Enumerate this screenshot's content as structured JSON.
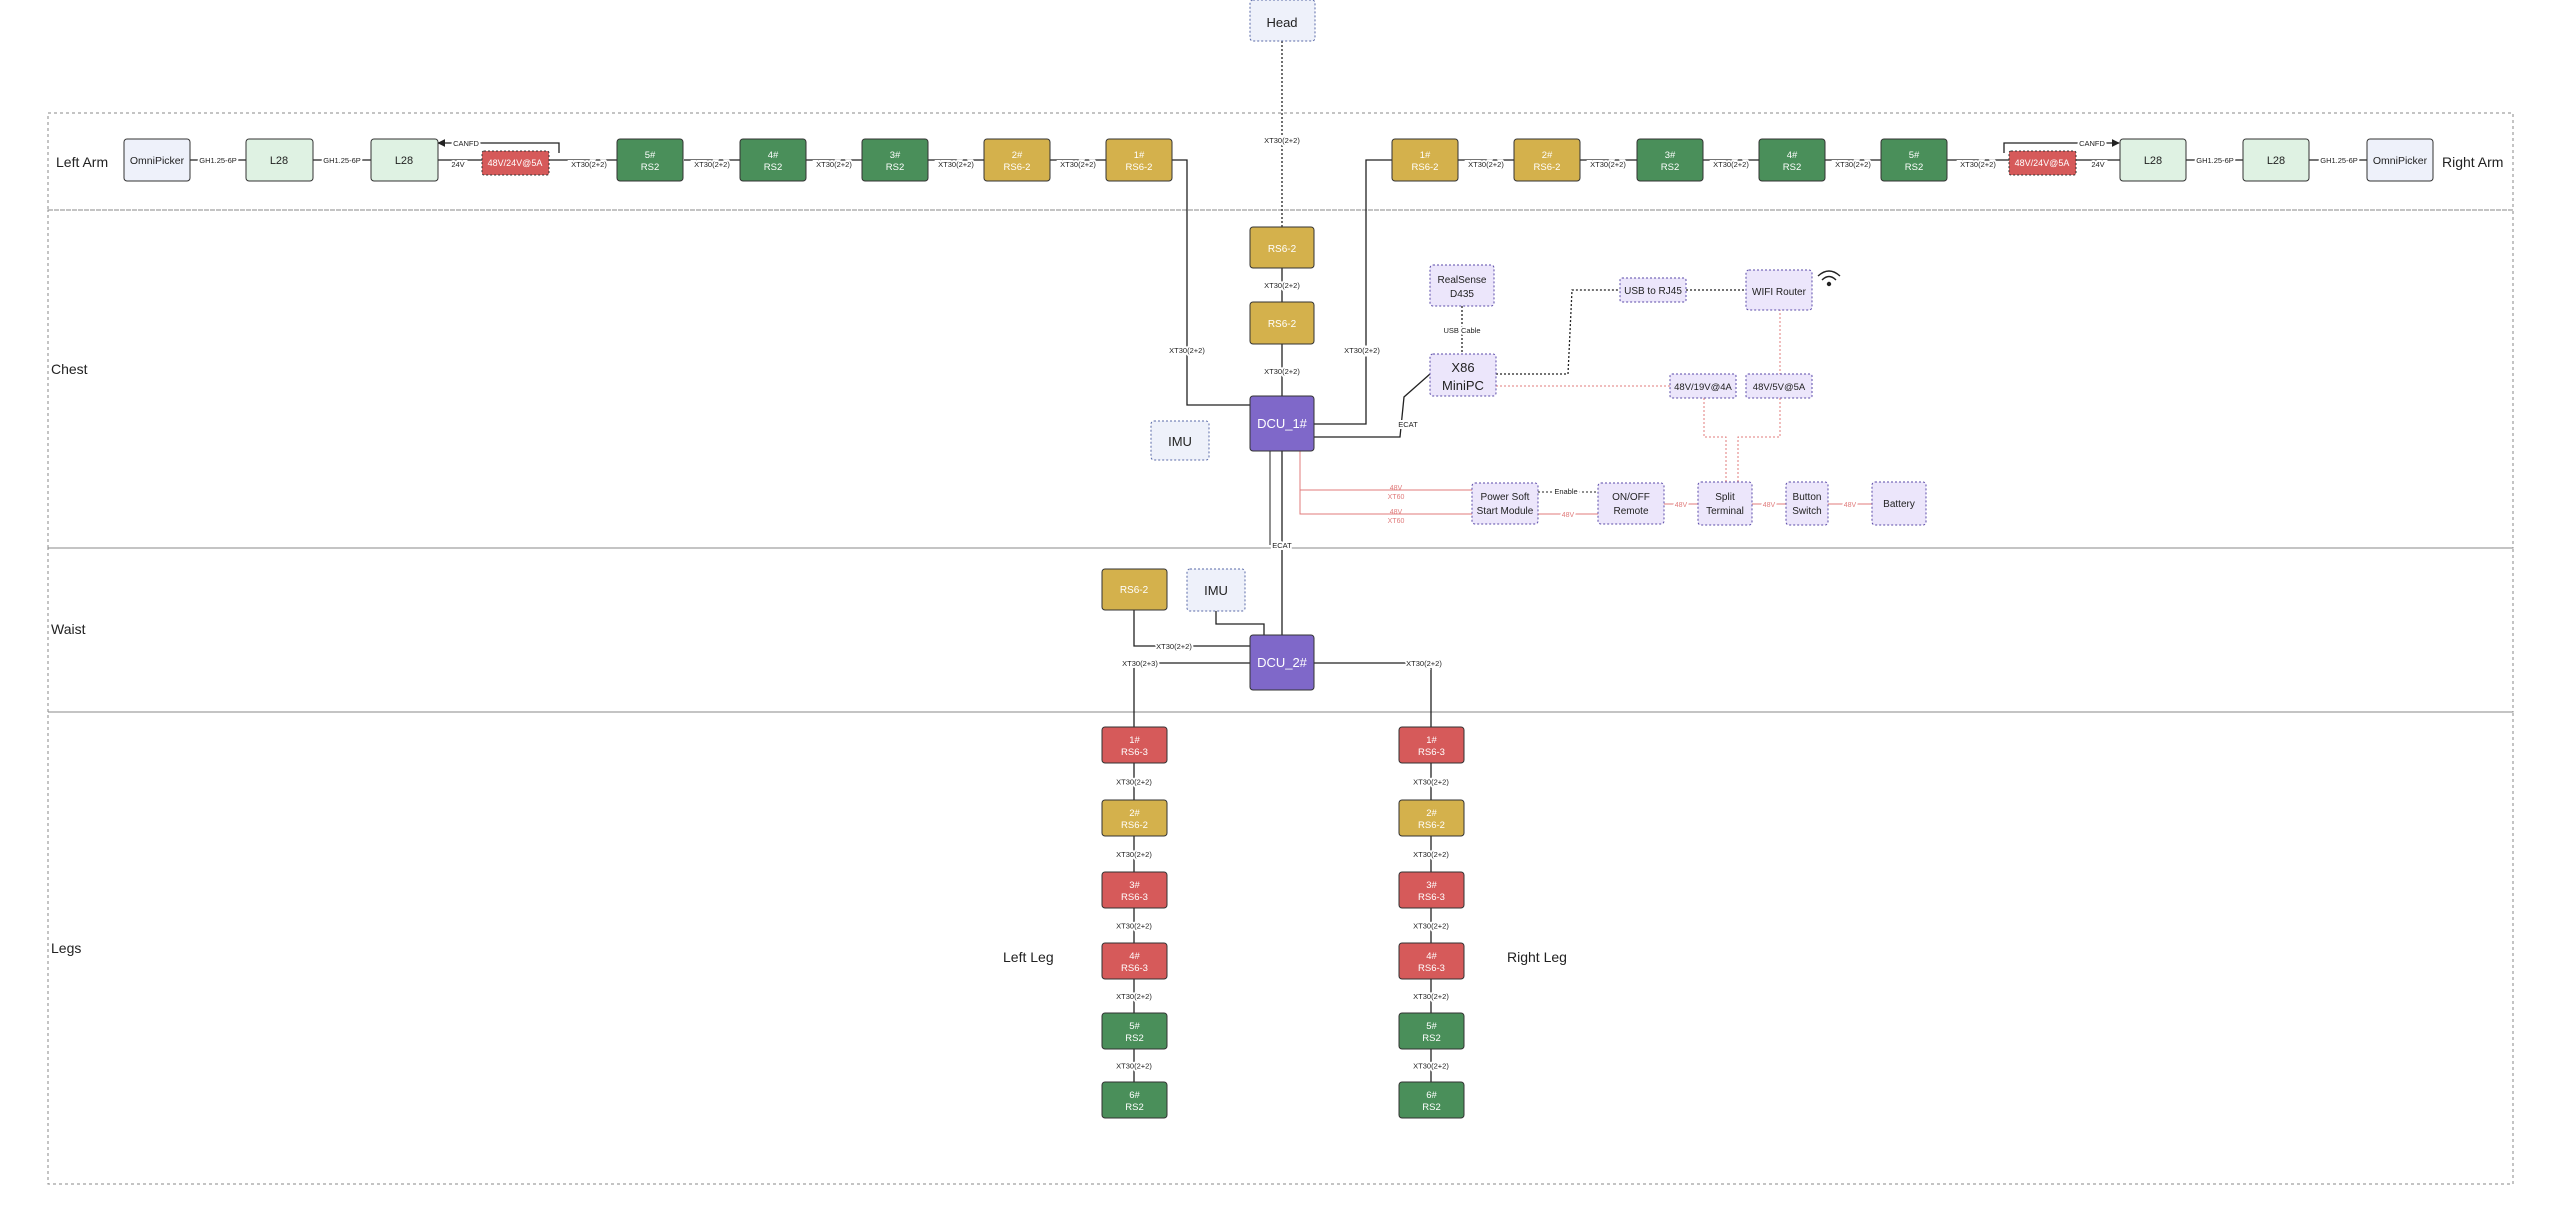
{
  "colors": {
    "green": "#4a8f5a",
    "gold": "#d4b14c",
    "red": "#d65a5a",
    "purple": "#7f68c9",
    "light_green": "#dff2e3",
    "light_blue": "#eef1fa",
    "light_purple": "#ece6fb",
    "line": "#222222",
    "power_line": "#e07b7b",
    "section_border": "#888888"
  },
  "sections": {
    "left_arm": "Left Arm",
    "right_arm": "Right Arm",
    "chest": "Chest",
    "waist": "Waist",
    "legs": "Legs"
  },
  "leg_titles": {
    "left": "Left Leg",
    "right": "Right Leg"
  },
  "head": {
    "label": "Head",
    "cable": "XT30(2+2)",
    "rs_top": "RS6-2",
    "rs_cable": "XT30(2+2)",
    "rs_bottom": "RS6-2",
    "dcu_cable": "XT30(2+2)"
  },
  "left_arm": {
    "omnipicker": "OmniPicker",
    "cable1": "GH1.25-6P",
    "l28_a": "L28",
    "cable2": "GH1.25-6P",
    "l28_b": "L28",
    "canfd": "CANFD",
    "v24": "24V",
    "psu": "48V/24V@5A",
    "cable3": "XT30(2+2)",
    "joints": [
      {
        "num": "5#",
        "model": "RS2",
        "color": "green"
      },
      {
        "num": "4#",
        "model": "RS2",
        "color": "green"
      },
      {
        "num": "3#",
        "model": "RS2",
        "color": "green"
      },
      {
        "num": "2#",
        "model": "RS6-2",
        "color": "gold"
      },
      {
        "num": "1#",
        "model": "RS6-2",
        "color": "gold"
      }
    ],
    "joint_cable": "XT30(2+2)",
    "to_dcu": "XT30(2+2)"
  },
  "right_arm": {
    "joints": [
      {
        "num": "1#",
        "model": "RS6-2",
        "color": "gold"
      },
      {
        "num": "2#",
        "model": "RS6-2",
        "color": "gold"
      },
      {
        "num": "3#",
        "model": "RS2",
        "color": "green"
      },
      {
        "num": "4#",
        "model": "RS2",
        "color": "green"
      },
      {
        "num": "5#",
        "model": "RS2",
        "color": "green"
      }
    ],
    "joint_cable": "XT30(2+2)",
    "cable3": "XT30(2+2)",
    "psu": "48V/24V@5A",
    "v24": "24V",
    "canfd": "CANFD",
    "l28_b": "L28",
    "cable2": "GH1.25-6P",
    "l28_a": "L28",
    "cable1": "GH1.25-6P",
    "omnipicker": "OmniPicker",
    "to_dcu": "XT30(2+2)"
  },
  "chest": {
    "dcu": "DCU_1#",
    "imu": "IMU",
    "ecat": "ECAT",
    "realsense_1": "RealSense",
    "realsense_2": "D435",
    "usb_cable": "USB Cable",
    "x86_1": "X86",
    "x86_2": "MiniPC",
    "usb_rj45": "USB to RJ45",
    "wifi_router": "WIFI Router",
    "psu_19v": "48V/19V@4A",
    "psu_5v": "48V/5V@5A",
    "power_soft_1": "Power Soft",
    "power_soft_2": "Start Module",
    "enable": "Enable",
    "onoff_1": "ON/OFF",
    "onoff_2": "Remote",
    "split_1": "Split",
    "split_2": "Terminal",
    "button_1": "Button",
    "button_2": "Switch",
    "battery": "Battery",
    "v48": "48V",
    "xt60": "XT60",
    "dcu2_ecat": "ECAT"
  },
  "waist": {
    "dcu": "DCU_2#",
    "imu": "IMU",
    "rs": "RS6-2",
    "rs_cable": "XT30(2+2)",
    "left_cable": "XT30(2+3)",
    "right_cable": "XT30(2+2)"
  },
  "left_leg": {
    "joints": [
      {
        "num": "1#",
        "model": "RS6-3",
        "color": "red"
      },
      {
        "num": "2#",
        "model": "RS6-2",
        "color": "gold"
      },
      {
        "num": "3#",
        "model": "RS6-3",
        "color": "red"
      },
      {
        "num": "4#",
        "model": "RS6-3",
        "color": "red"
      },
      {
        "num": "5#",
        "model": "RS2",
        "color": "green"
      },
      {
        "num": "6#",
        "model": "RS2",
        "color": "green"
      }
    ],
    "cable": "XT30(2+2)"
  },
  "right_leg": {
    "joints": [
      {
        "num": "1#",
        "model": "RS6-3",
        "color": "red"
      },
      {
        "num": "2#",
        "model": "RS6-2",
        "color": "gold"
      },
      {
        "num": "3#",
        "model": "RS6-3",
        "color": "red"
      },
      {
        "num": "4#",
        "model": "RS6-3",
        "color": "red"
      },
      {
        "num": "5#",
        "model": "RS2",
        "color": "green"
      },
      {
        "num": "6#",
        "model": "RS2",
        "color": "green"
      }
    ],
    "cable": "XT30(2+2)"
  }
}
